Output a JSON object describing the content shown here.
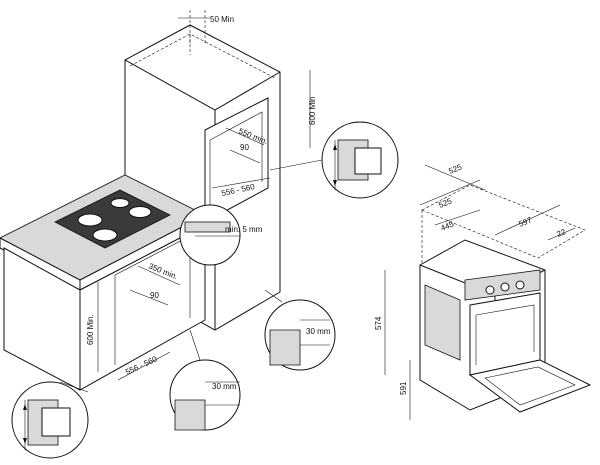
{
  "labels": {
    "top_gap": "50 Min",
    "column_height": "600 Min",
    "upper_depth": "550 min.",
    "upper_vent": "90",
    "upper_width": "556 - 560",
    "gap_note": "min. 5 mm",
    "lower_depth": "350 min.",
    "lower_vent": "90",
    "lower_height": "600 Min.",
    "lower_width": "556 - 560",
    "floor_gap_a": "30 mm",
    "floor_gap_b": "30 mm",
    "oven_w1": "525",
    "oven_w2": "525",
    "oven_w3": "445",
    "oven_width": "597",
    "oven_front": "22",
    "oven_h1": "574",
    "oven_h2": "591"
  }
}
